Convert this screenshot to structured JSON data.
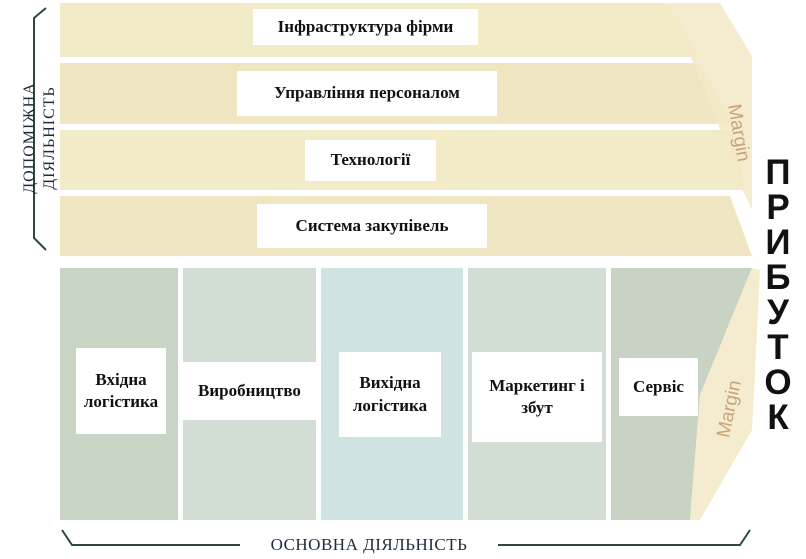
{
  "colors": {
    "support_band": "#f2ebc8",
    "support_band_alt": "#ede4bc",
    "inbound": "#c8d4c4",
    "operations": "#d2ddd3",
    "outbound": "#cfe3e3",
    "marketing": "#d2ddd3",
    "service": "#c9d3c4",
    "arrow": "#f3e9c7",
    "bracket": "#2b4a3f"
  },
  "support": {
    "caption_line1": "ДОПОМІЖНА",
    "caption_line2": "ДІЯЛЬНІСТЬ",
    "activities": [
      {
        "label": "Інфраструктура фірми"
      },
      {
        "label": "Управління персоналом"
      },
      {
        "label": "Технології"
      },
      {
        "label": "Система закупівель"
      }
    ]
  },
  "primary": {
    "caption": "ОСНОВНА ДІЯЛЬНІСТЬ",
    "activities": [
      {
        "label": "Вхідна логістика"
      },
      {
        "label": "Виробництво"
      },
      {
        "label": "Вихідна логістика"
      },
      {
        "label": "Маркетинг і збут"
      },
      {
        "label": "Сервіс"
      }
    ]
  },
  "margin_top": "Margin",
  "margin_bottom": "Margin",
  "profit_letters": [
    "П",
    "Р",
    "И",
    "Б",
    "У",
    "Т",
    "О",
    "К"
  ]
}
